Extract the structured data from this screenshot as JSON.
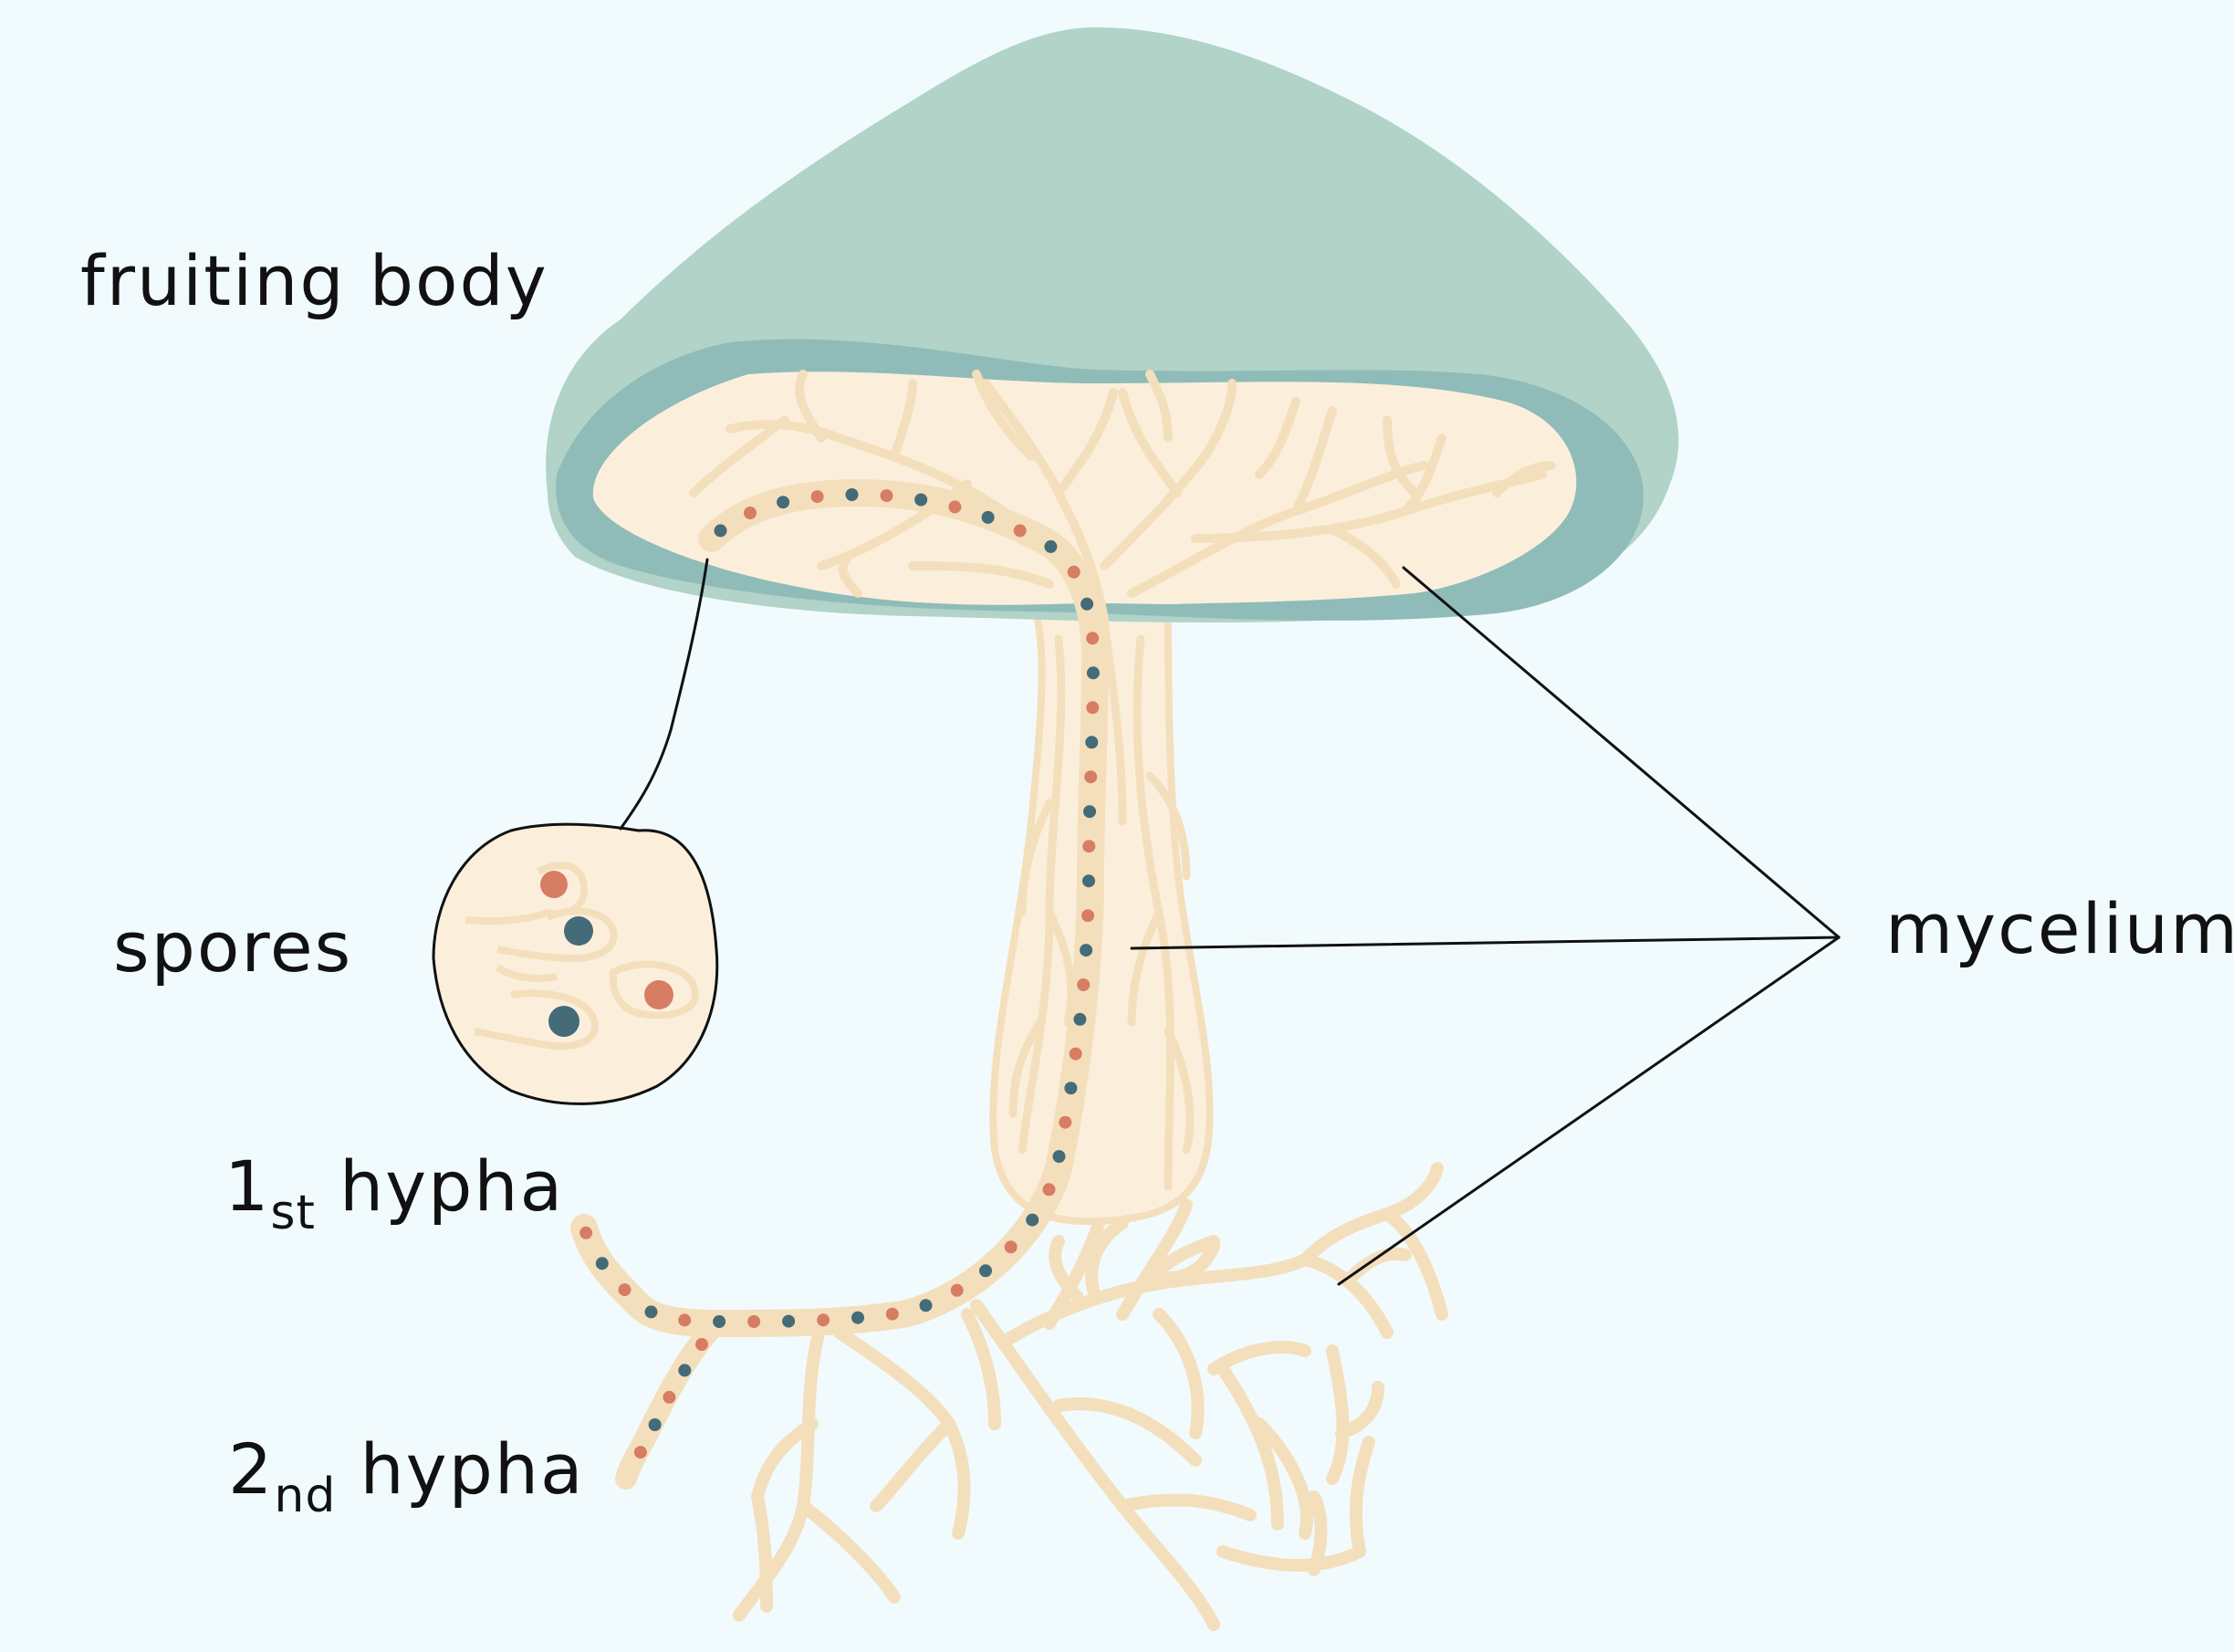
{
  "labels": {
    "fruiting_body": "fruiting body",
    "spores": "spores",
    "hypha1_num": "1",
    "hypha1_suffix": "st",
    "hypha1_word": "hypha",
    "hypha2_num": "2",
    "hypha2_suffix": "nd",
    "hypha2_word": "hypha",
    "mycelium": "mycelium"
  },
  "colors": {
    "background": "#f1fbfd",
    "cap": "#b1d3c8",
    "cap_rim": "#8fbcb8",
    "flesh": "#fbefdc",
    "hypha": "#f4dfbd",
    "dot_orange": "#d77d63",
    "dot_teal": "#446b78",
    "line": "#111111"
  }
}
